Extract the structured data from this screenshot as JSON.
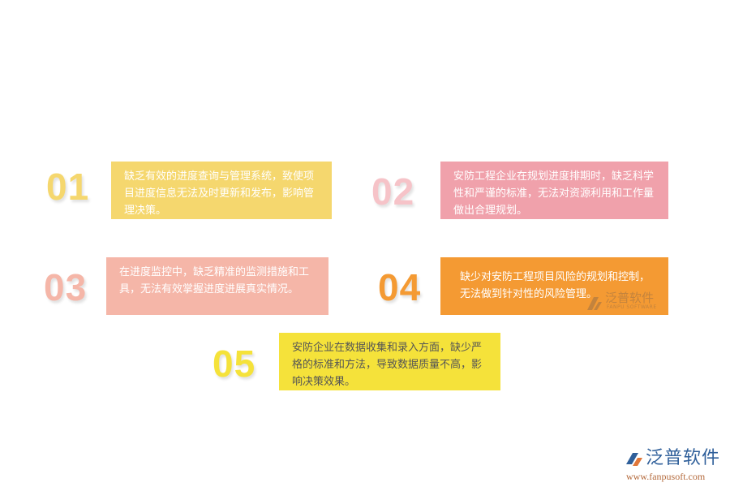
{
  "colors": {
    "item1": "#f5d76e",
    "item2": "#f0a1ab",
    "item3": "#f5b6a8",
    "item4": "#f49a33",
    "item5": "#f5e23a"
  },
  "items": [
    {
      "number": "01",
      "text": "缺乏有效的进度查询与管理系统，致使项目进度信息无法及时更新和发布，影响管理决策。"
    },
    {
      "number": "02",
      "text": "安防工程企业在规划进度排期时，缺乏科学性和严谨的标准，无法对资源利用和工作量做出合理规划。"
    },
    {
      "number": "03",
      "text": "在进度监控中，缺乏精准的监测措施和工具，无法有效掌握进度进展真实情况。"
    },
    {
      "number": "04",
      "text": "缺少对安防工程项目风险的规划和控制，无法做到针对性的风险管理。"
    },
    {
      "number": "05",
      "text": "安防企业在数据收集和录入方面，缺少严格的标准和方法，导致数据质量不高，影响决策效果。"
    }
  ],
  "watermark": {
    "name": "泛普软件",
    "sub": "FANPU SOFTWARE"
  },
  "logo": {
    "name": "泛普软件",
    "url": "www.fanpusoft.com"
  }
}
